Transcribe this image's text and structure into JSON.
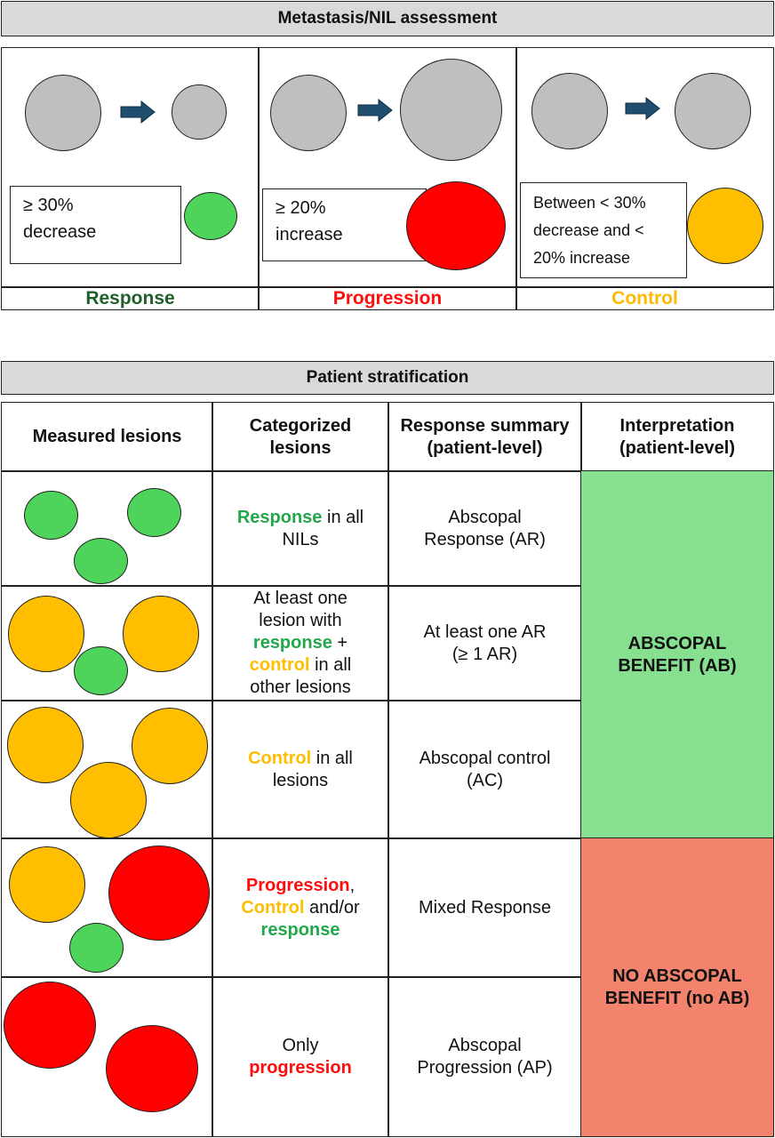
{
  "assessment": {
    "title": "Metastasis/NIL assessment",
    "panels": [
      {
        "criteria_line1": "≥ 30%",
        "criteria_line2": "decrease",
        "label": "Response",
        "result_color": "#4ed45a"
      },
      {
        "criteria_line1": "≥ 20%",
        "criteria_line2": "increase",
        "label": "Progression",
        "result_color": "#ff0000"
      },
      {
        "criteria_line1": "Between < 30%",
        "criteria_line2": "decrease and <",
        "criteria_line3": "20% increase",
        "label": "Control",
        "result_color": "#ffbe00"
      }
    ]
  },
  "stratification": {
    "title": "Patient stratification",
    "headers": {
      "measured": "Measured lesions",
      "categorized": "Categorized lesions",
      "summary": "Response summary (patient-level)",
      "interpretation": "Interpretation (patient-level)"
    },
    "rows": [
      {
        "cat_parts": [
          {
            "text": "Response",
            "style": "green"
          },
          {
            "text": " in all NILs",
            "style": "plain"
          }
        ],
        "summary": "Abscopal Response (AR)"
      },
      {
        "cat_parts": [
          {
            "text": "At least one lesion with ",
            "style": "plain"
          },
          {
            "text": "response",
            "style": "green"
          },
          {
            "text": " + ",
            "style": "plain"
          },
          {
            "text": "control",
            "style": "orange"
          },
          {
            "text": " in all other lesions",
            "style": "plain"
          }
        ],
        "summary": "At least one AR (≥ 1 AR)"
      },
      {
        "cat_parts": [
          {
            "text": "Control",
            "style": "orange"
          },
          {
            "text": " in all lesions",
            "style": "plain"
          }
        ],
        "summary": "Abscopal control (AC)"
      },
      {
        "cat_parts": [
          {
            "text": "Progression",
            "style": "red"
          },
          {
            "text": ", ",
            "style": "plain"
          },
          {
            "text": "Control",
            "style": "orange"
          },
          {
            "text": " and/or ",
            "style": "plain"
          },
          {
            "text": "response",
            "style": "green"
          }
        ],
        "summary": "Mixed Response"
      },
      {
        "cat_parts": [
          {
            "text": "Only ",
            "style": "plain"
          },
          {
            "text": "progression",
            "style": "red"
          }
        ],
        "summary": "Abscopal Progression (AP)"
      }
    ],
    "interpretations": [
      {
        "label": "ABSCOPAL BENEFIT (AB)",
        "color": "#86e08f"
      },
      {
        "label": "NO ABSCOPAL BENEFIT (no AB)",
        "color": "#f4836d"
      }
    ]
  },
  "colors": {
    "response_text": "#1f5f2a",
    "progression_text": "#ff0d0d",
    "control_text": "#ffb900",
    "lesion_gray": "#bfbfbf",
    "lesion_green": "#4ed45a",
    "lesion_orange": "#ffbe00",
    "lesion_red": "#ff0000"
  }
}
